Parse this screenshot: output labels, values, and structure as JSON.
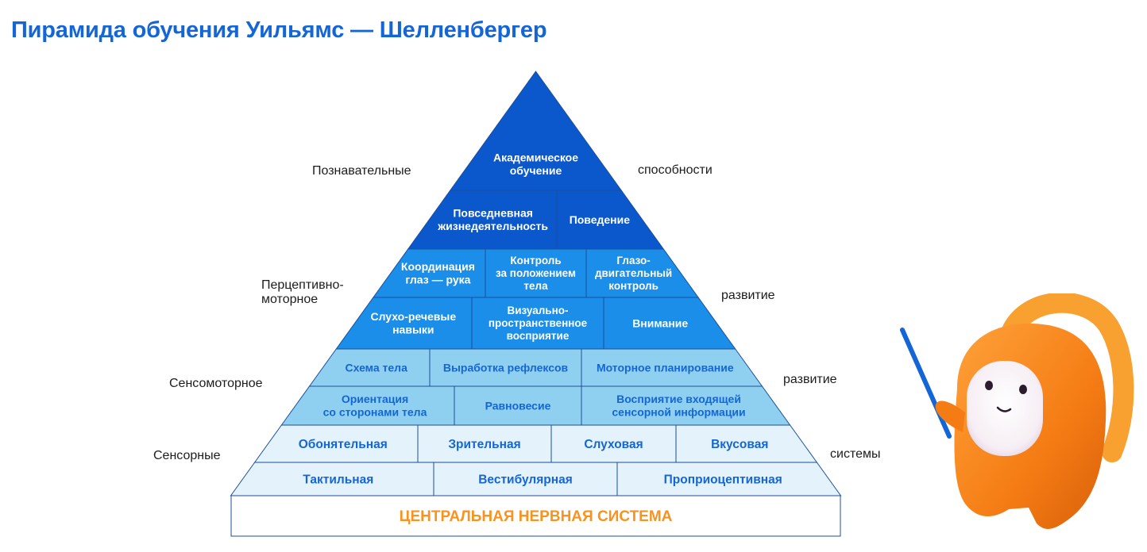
{
  "title": "Пирамида обучения Уильямс — Шелленбергер",
  "colors": {
    "title": "#1466d6",
    "level_top": "#0b57cc",
    "level_perceptual": "#1a8ee8",
    "level_sensorimotor": "#8fd0f0",
    "level_sensory": "#e4f2fb",
    "cns_text": "#f7931e",
    "cell_border": "#1c4f9a"
  },
  "side_labels": {
    "cognitive_left": "Познавательные",
    "cognitive_right": "способности",
    "perceptual_left": [
      "Перцептивно-",
      "моторное"
    ],
    "perceptual_right": "развитие",
    "sensorimotor_left": "Сенсомоторное",
    "sensorimotor_right": "развитие",
    "sensory_left": "Сенсорные",
    "sensory_right": "системы"
  },
  "rows": [
    {
      "level": "top",
      "cells": [
        [
          "Академическое",
          "обучение"
        ]
      ]
    },
    {
      "level": "top",
      "cells": [
        [
          "Повседневная",
          "жизнедеятельность"
        ],
        [
          "Поведение"
        ]
      ]
    },
    {
      "level": "perceptual",
      "cells": [
        [
          "Координация",
          "глаз — рука"
        ],
        [
          "Контроль",
          "за положением",
          "тела"
        ],
        [
          "Глазо-",
          "двигательный",
          "контроль"
        ]
      ]
    },
    {
      "level": "perceptual",
      "cells": [
        [
          "Слухо-речевые",
          "навыки"
        ],
        [
          "Визуально-",
          "пространственное",
          "восприятие"
        ],
        [
          "Внимание"
        ]
      ]
    },
    {
      "level": "sensorimotor",
      "cells": [
        [
          "Схема тела"
        ],
        [
          "Выработка рефлексов"
        ],
        [
          "Моторное планирование"
        ]
      ]
    },
    {
      "level": "sensorimotor",
      "cells": [
        [
          "Ориентация",
          "со сторонами тела"
        ],
        [
          "Равновесие"
        ],
        [
          "Восприятие входящей",
          "сенсорной информации"
        ]
      ]
    },
    {
      "level": "sensory",
      "cells": [
        [
          "Обонятельная"
        ],
        [
          "Зрительная"
        ],
        [
          "Слуховая"
        ],
        [
          "Вкусовая"
        ]
      ]
    },
    {
      "level": "sensory",
      "cells": [
        [
          "Тактильная"
        ],
        [
          "Вестибулярная"
        ],
        [
          "Проприоцептивная"
        ]
      ]
    }
  ],
  "base": "ЦЕНТРАЛЬНАЯ НЕРВНАЯ СИСТЕМА"
}
